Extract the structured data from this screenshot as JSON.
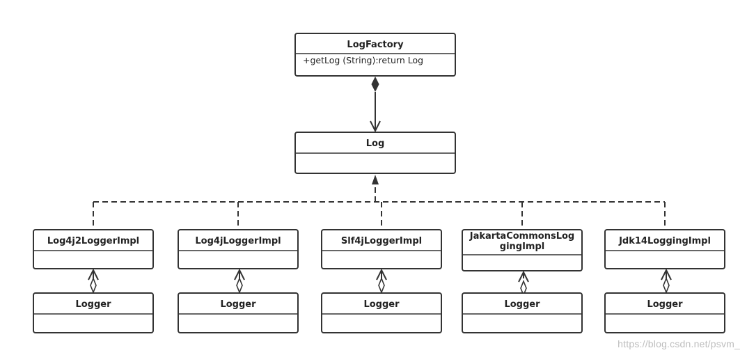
{
  "diagram": {
    "factory": {
      "name": "LogFactory",
      "method": "+getLog (String):return Log"
    },
    "interface": {
      "name": "Log"
    },
    "impls": [
      {
        "name": "Log4j2LoggerImpl"
      },
      {
        "name": "Log4jLoggerImpl"
      },
      {
        "name": "Slf4jLoggerImpl"
      },
      {
        "name": "JakartaCommonsLog",
        "name_line2": "gingImpl"
      },
      {
        "name": "Jdk14LoggingImpl"
      }
    ],
    "loggers": [
      {
        "name": "Logger"
      },
      {
        "name": "Logger"
      },
      {
        "name": "Logger"
      },
      {
        "name": "Logger"
      },
      {
        "name": "Logger"
      }
    ]
  },
  "watermark": "https://blog.csdn.net/psvm_"
}
